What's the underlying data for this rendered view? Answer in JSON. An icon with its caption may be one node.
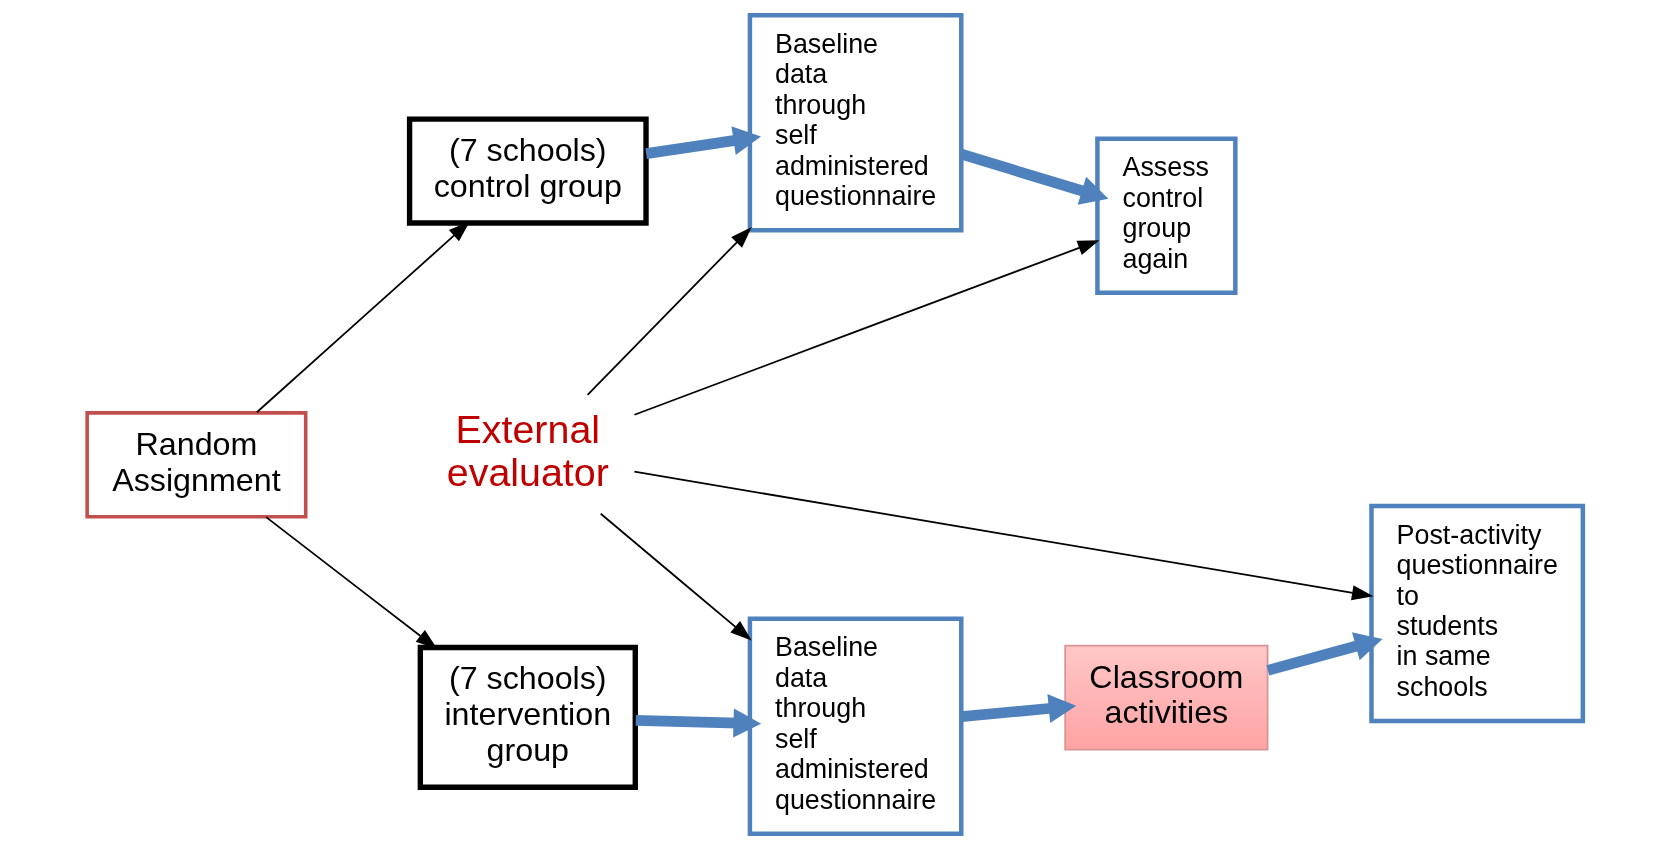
{
  "diagram": {
    "nodes": [
      {
        "text": [
          "Random Assignment"
        ]
      },
      {
        "text": [
          "(7 schools) intervention group"
        ]
      },
      {
        "text": [
          "(7 schools) control group"
        ]
      },
      {
        "text": [
          "Baseline data through self administered questionnaire"
        ]
      },
      {
        "text": [
          "Classroom activities"
        ]
      },
      {
        "text": [
          "Post-activity questionnaire to students in same schools"
        ]
      },
      {
        "text": [
          "Baseline data through self administered questionnaire"
        ]
      },
      {
        "text": [
          "Assess control group again"
        ]
      },
      {
        "text": [
          "External evaluator"
        ]
      }
    ],
    "edges": [
      {
        "from": 0,
        "to": 1,
        "arrow": "to"
      },
      {
        "from": 0,
        "to": 2,
        "arrow": "to"
      },
      {
        "from": 1,
        "to": 3,
        "arrow": "to",
        "style": "thick",
        "color": "#4f81bd"
      },
      {
        "from": 3,
        "to": 4,
        "arrow": "to",
        "style": "thick",
        "color": "#4f81bd"
      },
      {
        "from": 4,
        "to": 5,
        "arrow": "to",
        "style": "thick",
        "color": "#4f81bd"
      },
      {
        "from": 2,
        "to": 6,
        "arrow": "to",
        "style": "thick",
        "color": "#4f81bd"
      },
      {
        "from": 6,
        "to": 7,
        "arrow": "to",
        "style": "thick",
        "color": "#4f81bd"
      },
      {
        "from": 8,
        "to": 3,
        "arrow": "to"
      },
      {
        "from": 8,
        "to": 6,
        "arrow": "to"
      },
      {
        "from": 8,
        "to": 5,
        "arrow": "to"
      },
      {
        "from": 8,
        "to": 7,
        "arrow": "to"
      }
    ]
  }
}
